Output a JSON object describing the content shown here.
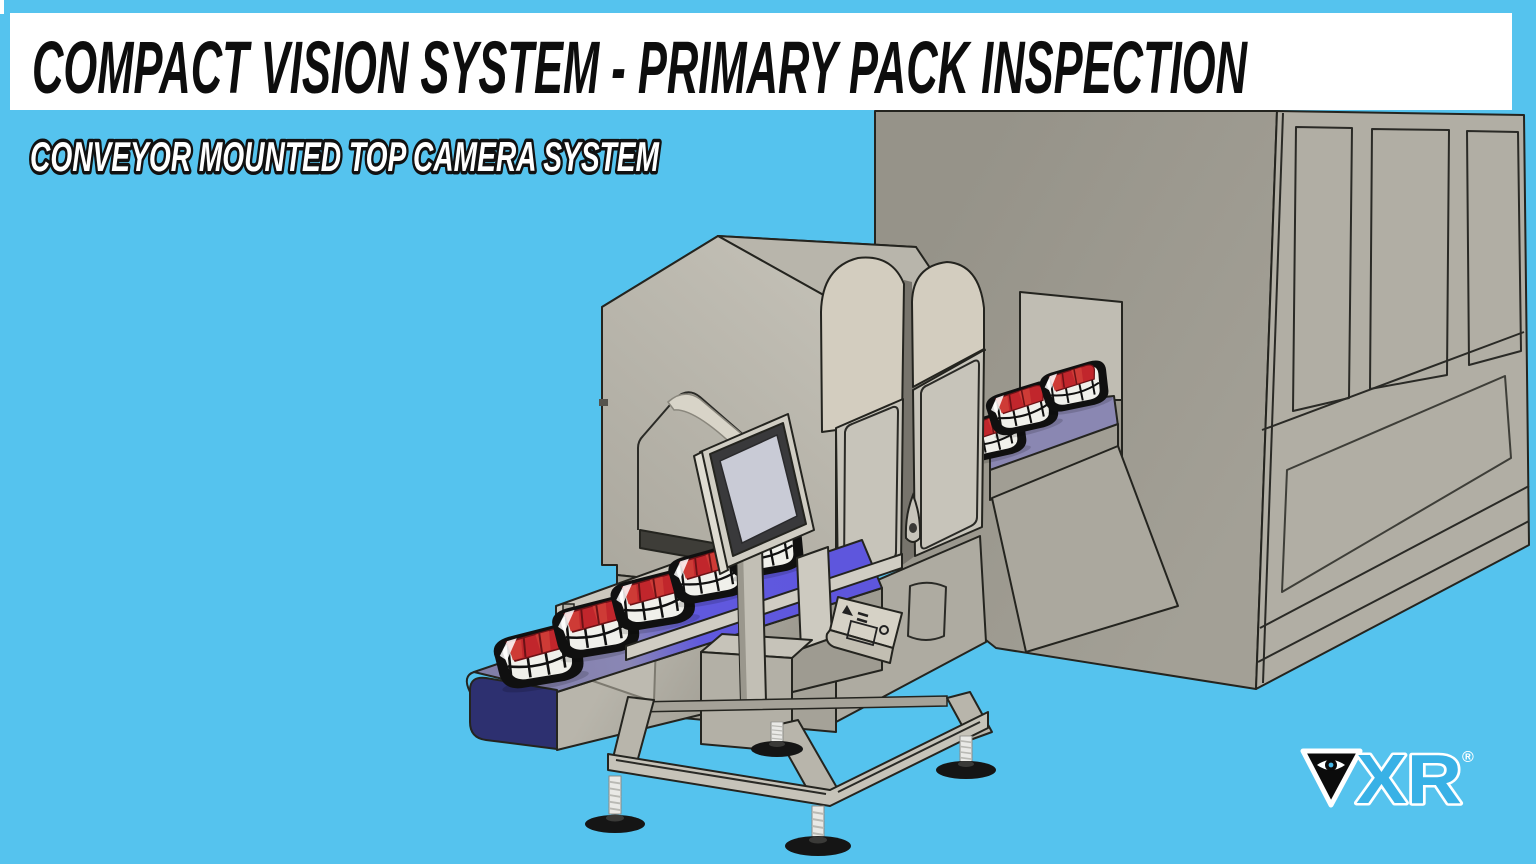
{
  "slide": {
    "title": "COMPACT VISION SYSTEM - PRIMARY PACK INSPECTION",
    "subtitle": "CONVEYOR MOUNTED TOP CAMERA SYSTEM",
    "background_color": "#55C3EE",
    "banner_color": "#FFFFFF",
    "title_color": "#0D0D0D",
    "subtitle_fill": "#FFFFFF",
    "subtitle_outline": "#111111"
  },
  "illustration": {
    "description": "3D CAD rendering of a compact vision inspection system with conveyor-mounted top camera: meat trays travel on a purple belt through a peaked inspection tunnel with HMI touchscreen, exiting into a large packaging machine behind",
    "machine_body_color": "#B6B3A9",
    "roof_color": "#C9C6BC",
    "door_color": "#C7C4BA",
    "cover_color": "#D3CDBF",
    "background_machine_color": "#B1AEA4",
    "conveyor": {
      "belt_color": "#8A87B2",
      "belt_active_color": "#5E56DD",
      "end_cap_color": "#2D3070",
      "rail_color": "#CBC8BE",
      "infeed_tray_count": 5,
      "outfeed_tray_count": 3
    },
    "tray": {
      "basket_color": "#111111",
      "liner_color": "#F0F0EB",
      "meat_color": "#C1262C"
    },
    "feet": {
      "pad_color": "#151515",
      "screw_color": "#E9E9E6"
    }
  },
  "logo": {
    "letters": "XR",
    "registered": "®",
    "letter_color": "#38B1E6",
    "outline_color": "#FFFFFF",
    "triangle_color": "#0B0B0B",
    "eye_iris_color": "#0B0B0B",
    "eye_pupil_color": "#49B8E8"
  }
}
